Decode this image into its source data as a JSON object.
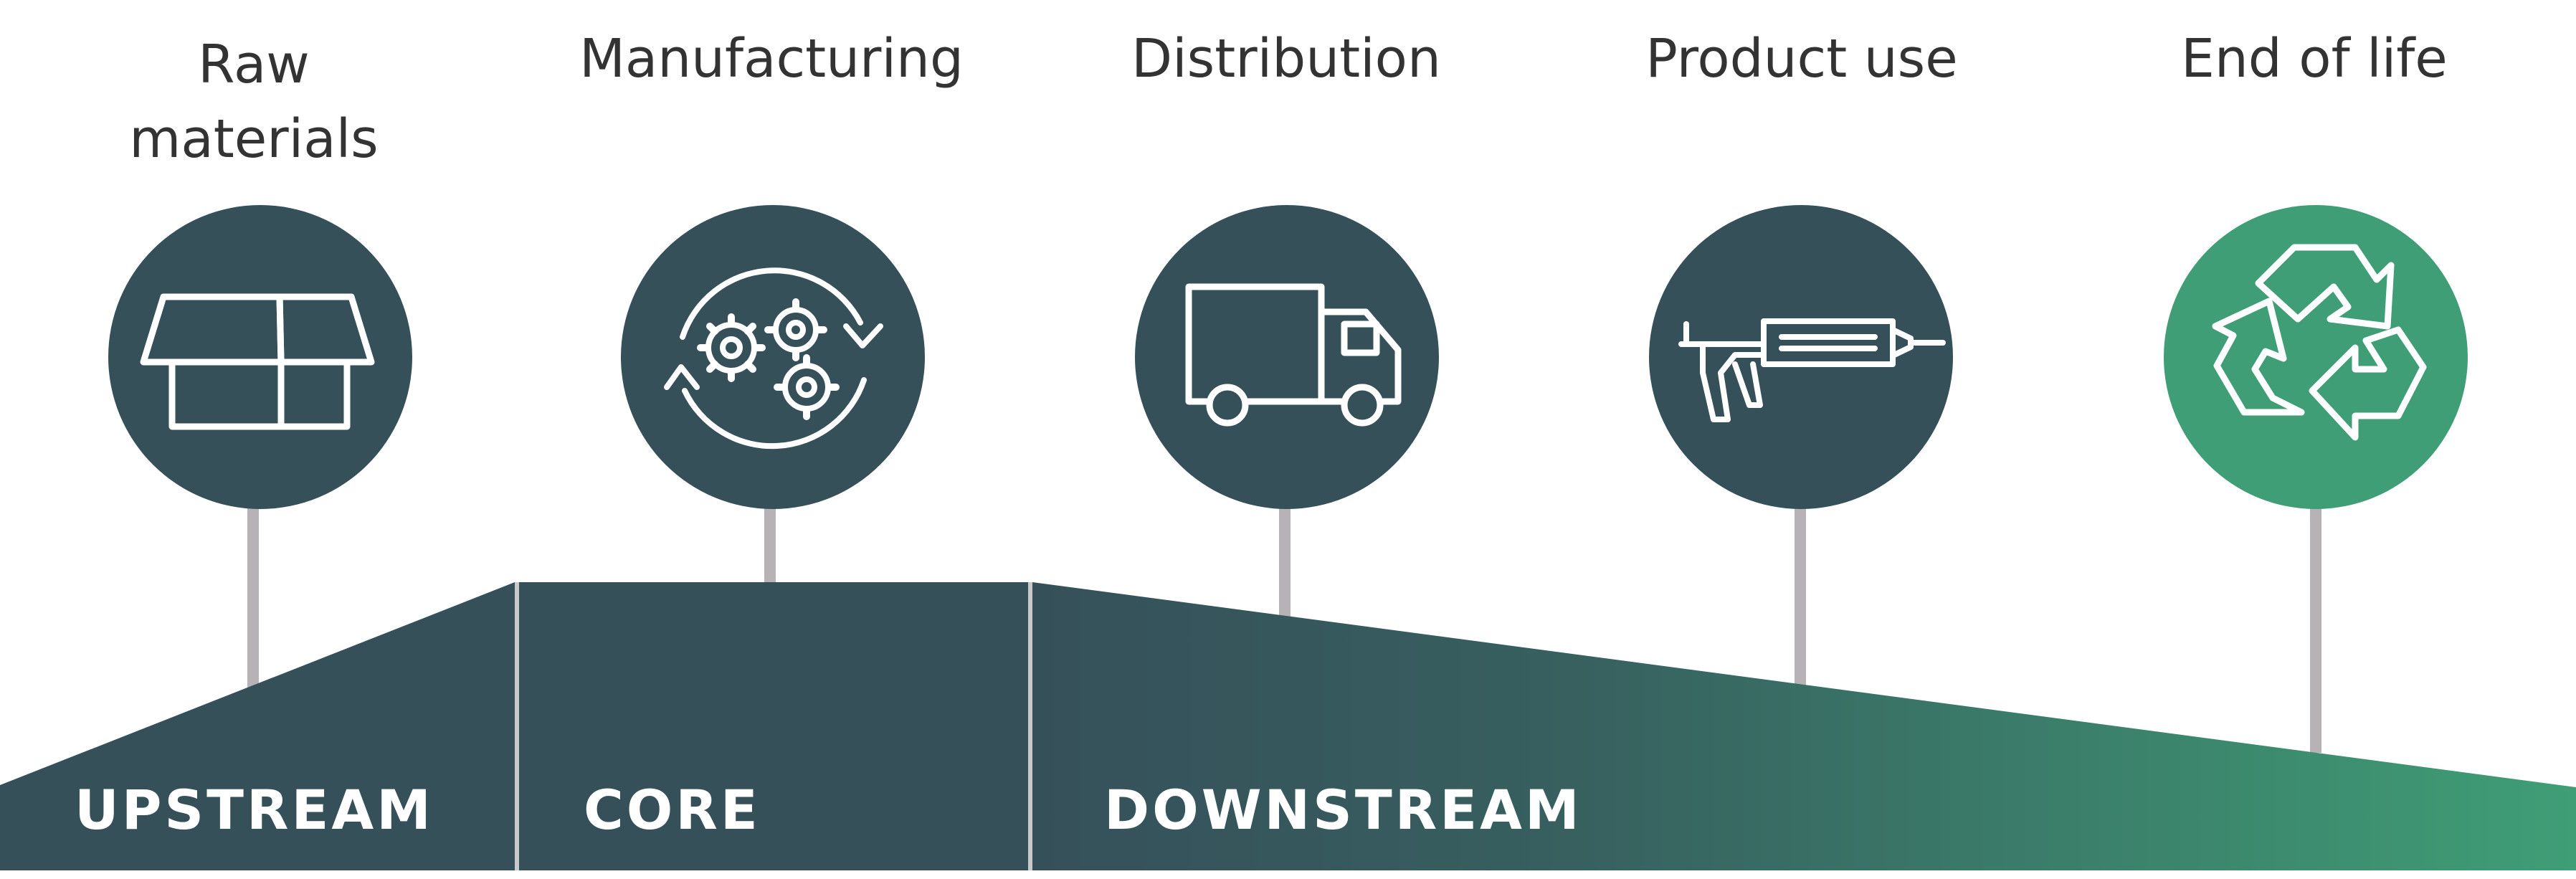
{
  "stages": [
    {
      "label": "Raw\nmaterials",
      "icon": "box-icon"
    },
    {
      "label": "Manufacturing",
      "icon": "gears-cycle-icon"
    },
    {
      "label": "Distribution",
      "icon": "truck-icon"
    },
    {
      "label": "Product use",
      "icon": "caulking-gun-icon"
    },
    {
      "label": "End of life",
      "icon": "recycle-icon"
    }
  ],
  "phases": {
    "upstream": "UPSTREAM",
    "core": "CORE",
    "downstream": "DOWNSTREAM"
  },
  "colors": {
    "dark": "#36505a",
    "green": "#3f9e76",
    "stem": "#b7b2b5",
    "text": "#333333",
    "divider": "#c9c9c9"
  }
}
